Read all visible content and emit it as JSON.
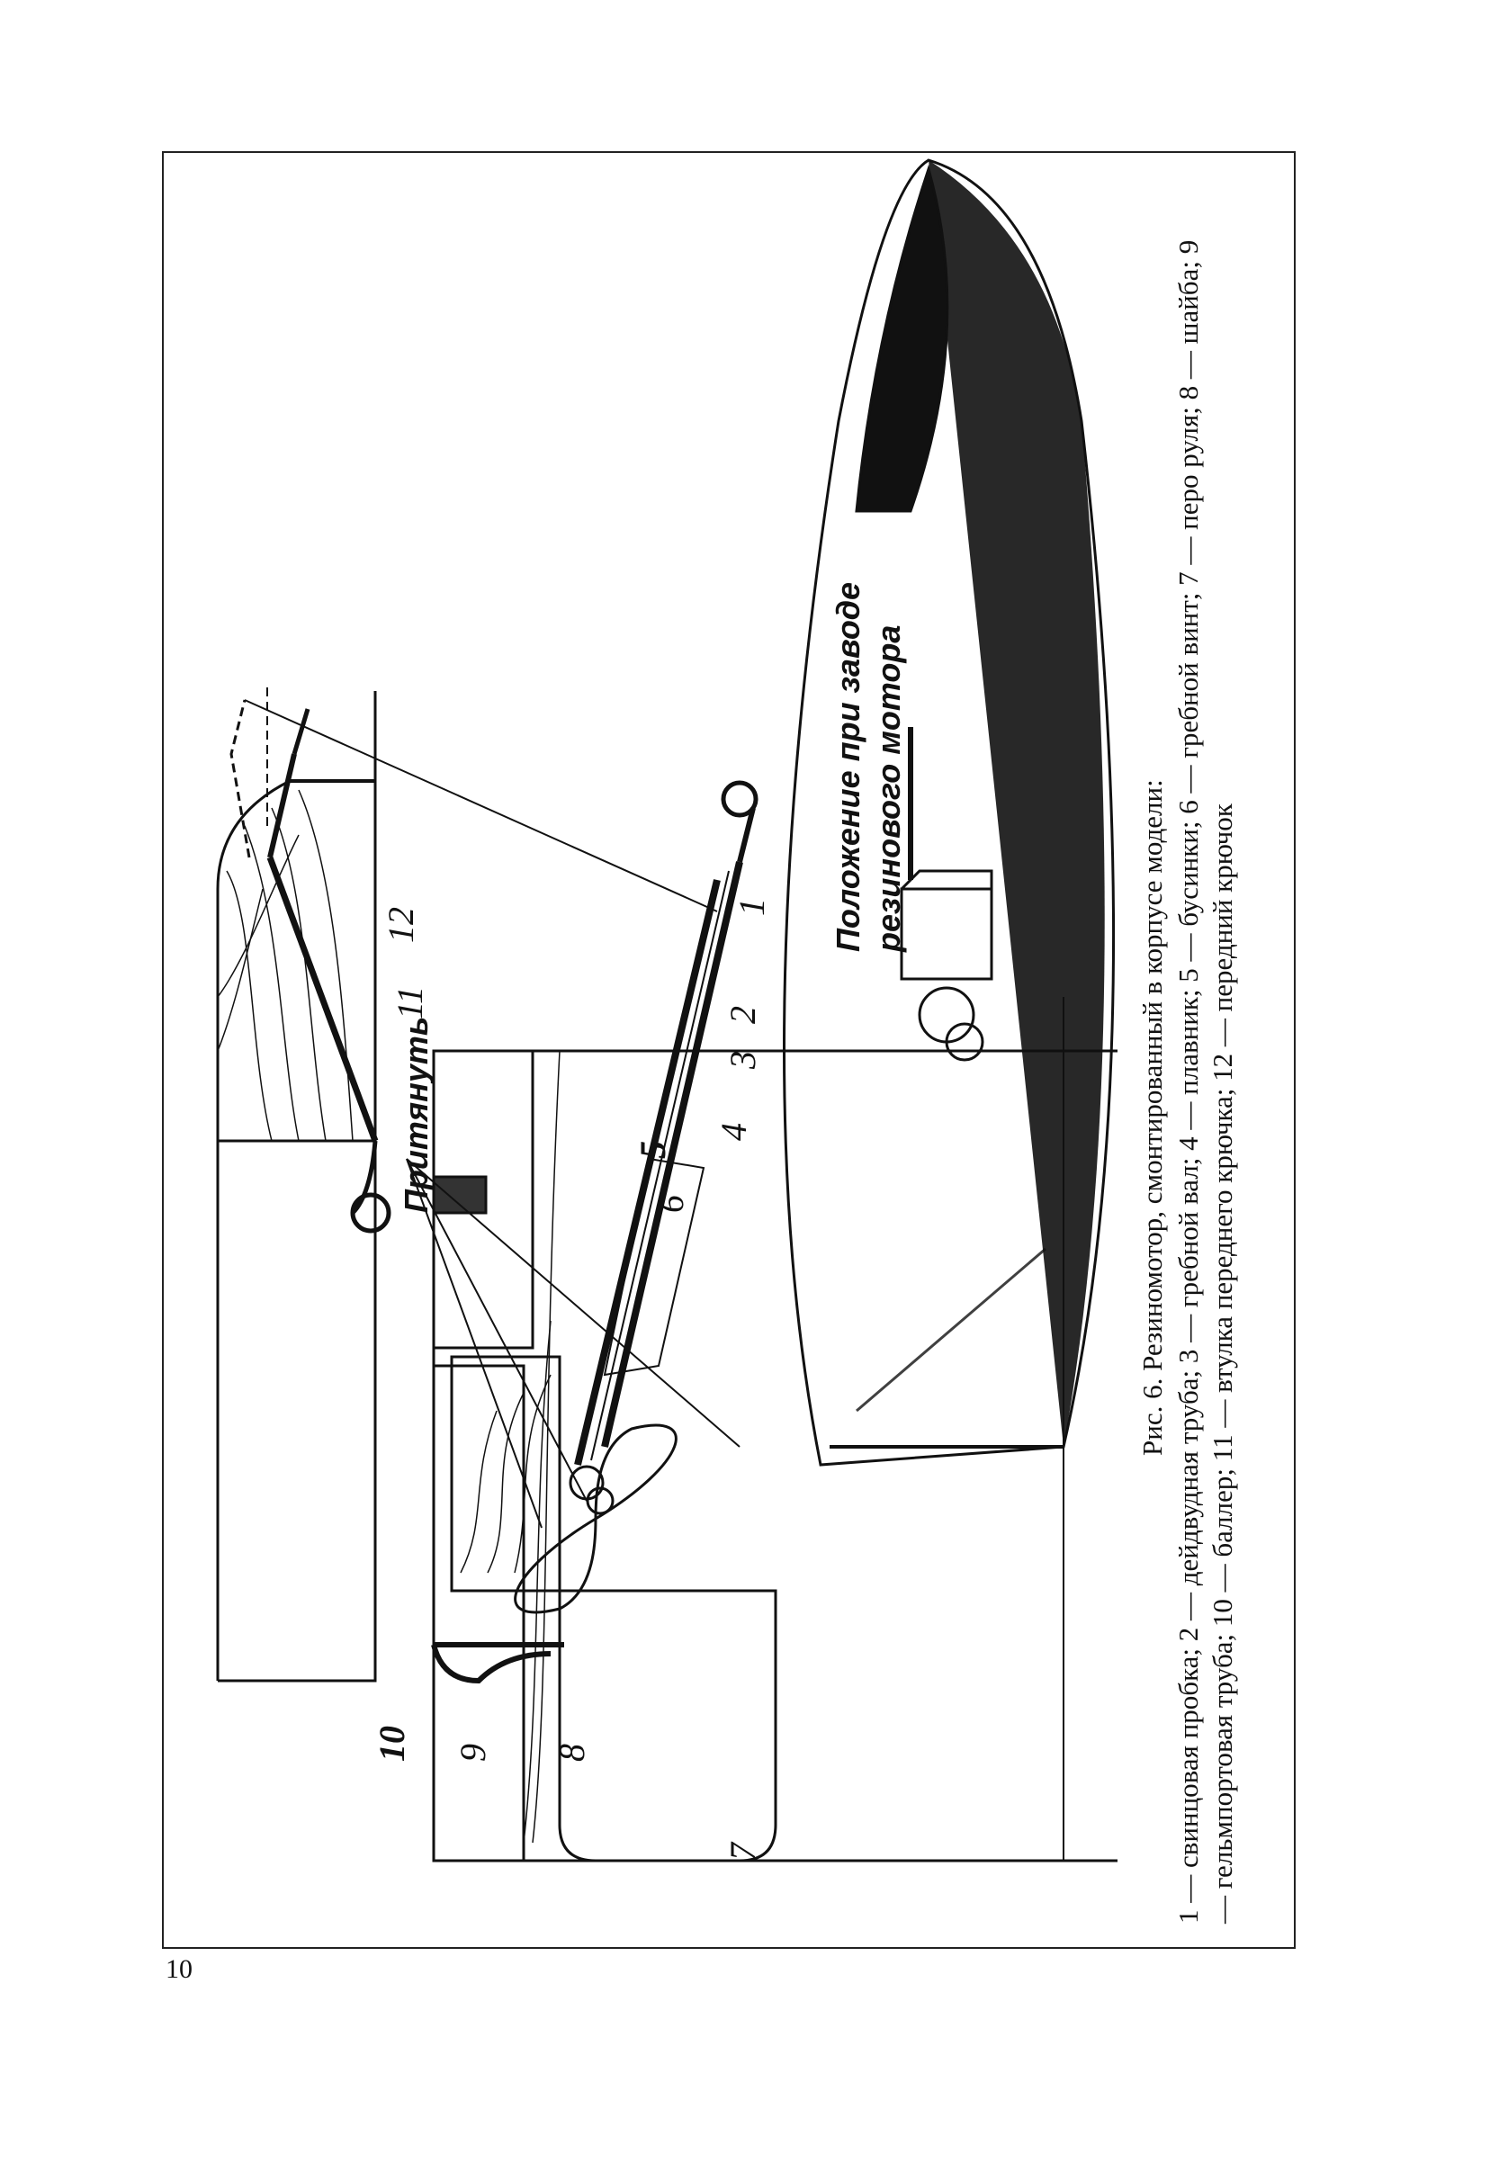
{
  "page_number": "10",
  "figure": {
    "labels": {
      "pull": "Притянуть",
      "winding_position_line1": "Положение при заводе",
      "winding_position_line2": "резинового мотора",
      "n1": "1",
      "n2": "2",
      "n3": "3",
      "n4": "4",
      "n5": "5",
      "n6": "6",
      "n7": "7",
      "n8": "8",
      "n9": "9",
      "n10": "10",
      "n11": "11",
      "n12": "12"
    },
    "caption_title": "Рис. 6. Резиномотор, смонтированный в корпусе модели:",
    "legend": "1 — свинцовая пробка; 2 — дейдвудная труба; 3 — гребной вал; 4 — плавник; 5 — бусинки; 6 — гребной винт; 7 — перо руля; 8 — шайба; 9 — гельмпортовая труба; 10 — баллер; 11 — втулка переднего крючка; 12 — передний крючок"
  },
  "colors": {
    "ink": "#111111",
    "paper": "#ffffff"
  }
}
